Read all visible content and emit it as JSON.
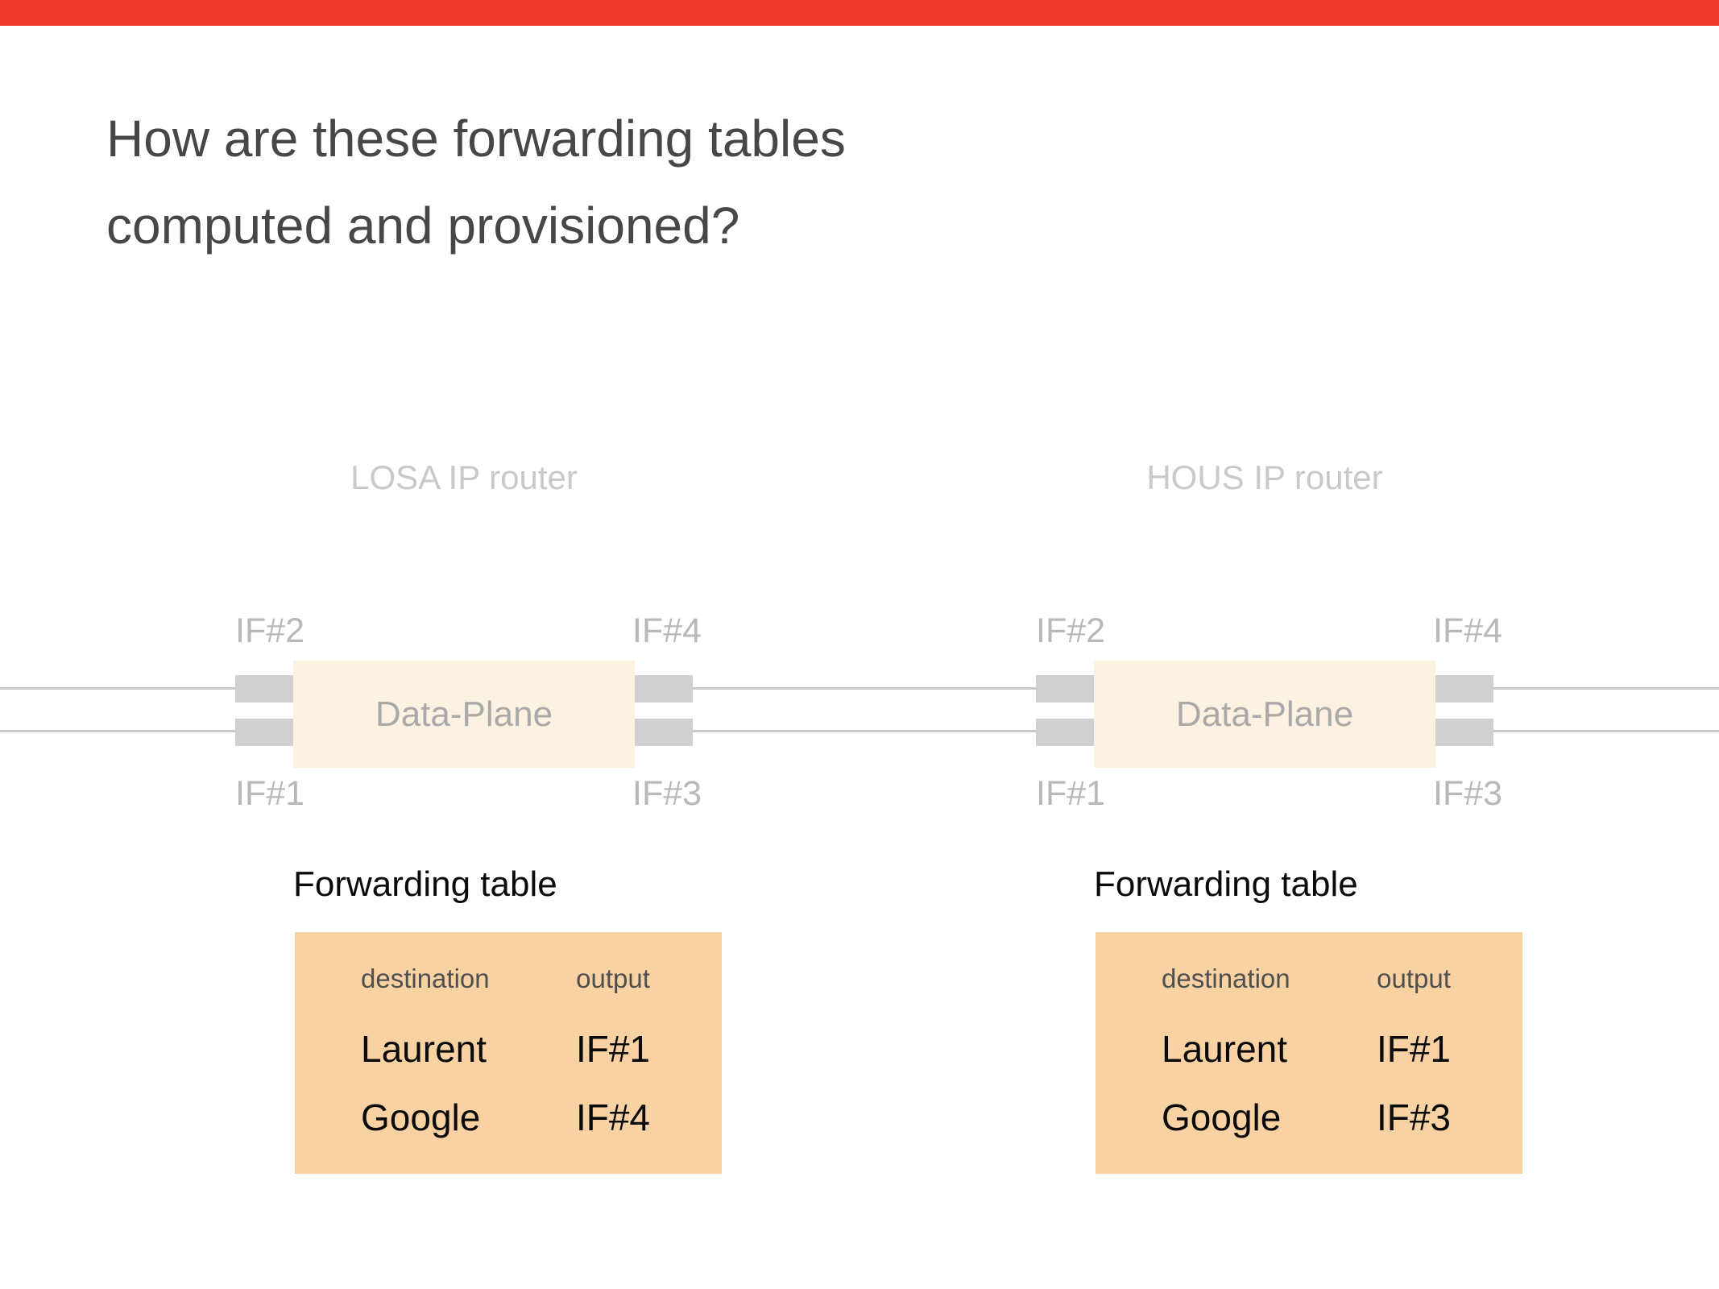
{
  "slide": {
    "title_line1": "How are these forwarding tables",
    "title_line2": "computed and provisioned?"
  },
  "palette": {
    "accent_bar": "#ef392b",
    "dataplane_box_fill": "#fdf1e2",
    "forwarding_table_fill": "#f9d2a3",
    "port_fill": "#d0d0d0",
    "link_line": "#c8c8c8",
    "muted_gray_text": "#b8b8b8",
    "title_text": "#474747"
  },
  "routers": [
    {
      "name": "LOSA IP router",
      "data_plane_label": "Data-Plane",
      "interfaces": {
        "top_left": "IF#2",
        "top_right": "IF#4",
        "bottom_left": "IF#1",
        "bottom_right": "IF#3"
      },
      "forwarding_table": {
        "heading": "Forwarding table",
        "columns": [
          "destination",
          "output"
        ],
        "rows": [
          [
            "Laurent",
            "IF#1"
          ],
          [
            "Google",
            "IF#4"
          ]
        ]
      }
    },
    {
      "name": "HOUS IP router",
      "data_plane_label": "Data-Plane",
      "interfaces": {
        "top_left": "IF#2",
        "top_right": "IF#4",
        "bottom_left": "IF#1",
        "bottom_right": "IF#3"
      },
      "forwarding_table": {
        "heading": "Forwarding table",
        "columns": [
          "destination",
          "output"
        ],
        "rows": [
          [
            "Laurent",
            "IF#1"
          ],
          [
            "Google",
            "IF#3"
          ]
        ]
      }
    }
  ]
}
